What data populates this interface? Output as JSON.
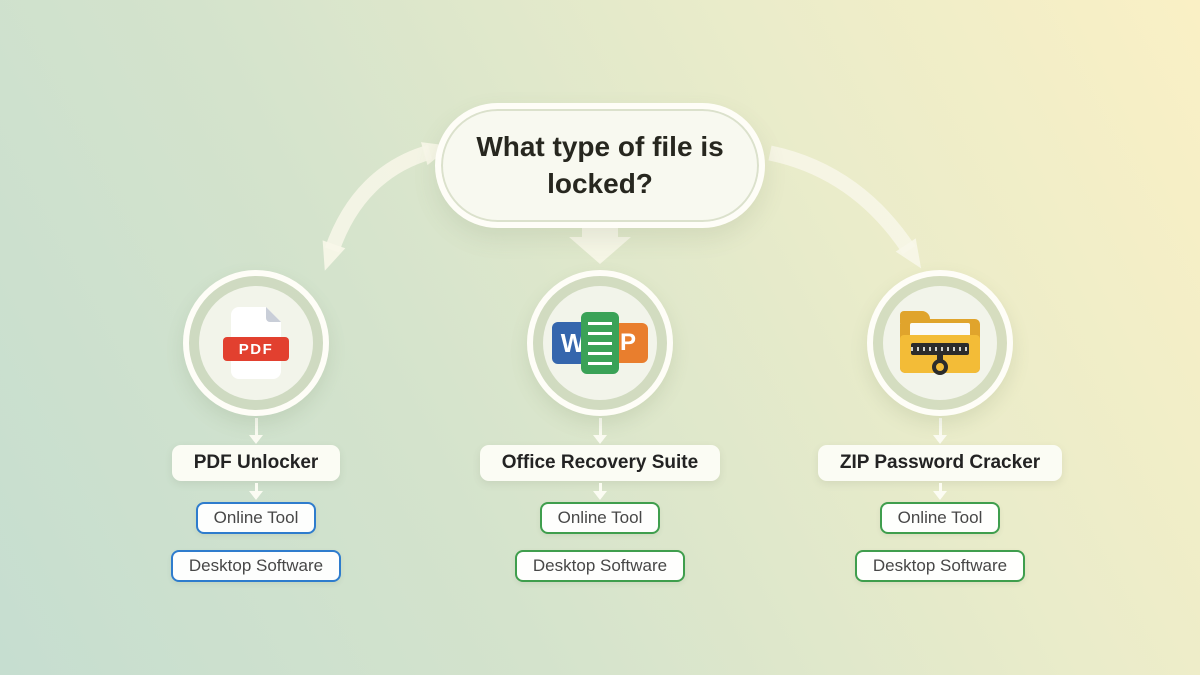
{
  "title": {
    "text": "What type of file is locked?"
  },
  "icons": {
    "pdf": "pdf-file-icon",
    "office": "office-suite-icon",
    "zip": "zip-folder-icon",
    "arrow_left": "curved-arrow-down-left",
    "arrow_center": "arrow-down",
    "arrow_right": "curved-arrow-down-right"
  },
  "colors": {
    "background_green": "#c6ded0",
    "background_yellow": "#faf0c5",
    "accent_blue": "#2e7ccd",
    "accent_green": "#3f9e4d",
    "pdf_red": "#e2402f",
    "word_blue": "#3566ad",
    "doc_green": "#3aa257",
    "ppt_orange": "#e97e2d",
    "folder_yellow": "#f3bc37",
    "node_background": "#fbfcf4"
  },
  "branches": [
    {
      "id": "pdf",
      "icon": "pdf-file-icon",
      "icon_label": "PDF",
      "header": "PDF Unlocker",
      "accent": "#2e7ccd",
      "options": [
        "Online Tool",
        "Desktop Software"
      ]
    },
    {
      "id": "office",
      "icon": "office-suite-icon",
      "icon_label_word": "W",
      "icon_label_ppt": "P",
      "header": "Office Recovery Suite",
      "accent": "#3f9e4d",
      "options": [
        "Online Tool",
        "Desktop Software"
      ]
    },
    {
      "id": "zip",
      "icon": "zip-folder-icon",
      "header": "ZIP Password Cracker",
      "accent": "#3f9e4d",
      "options": [
        "Online Tool",
        "Desktop Software"
      ]
    }
  ]
}
